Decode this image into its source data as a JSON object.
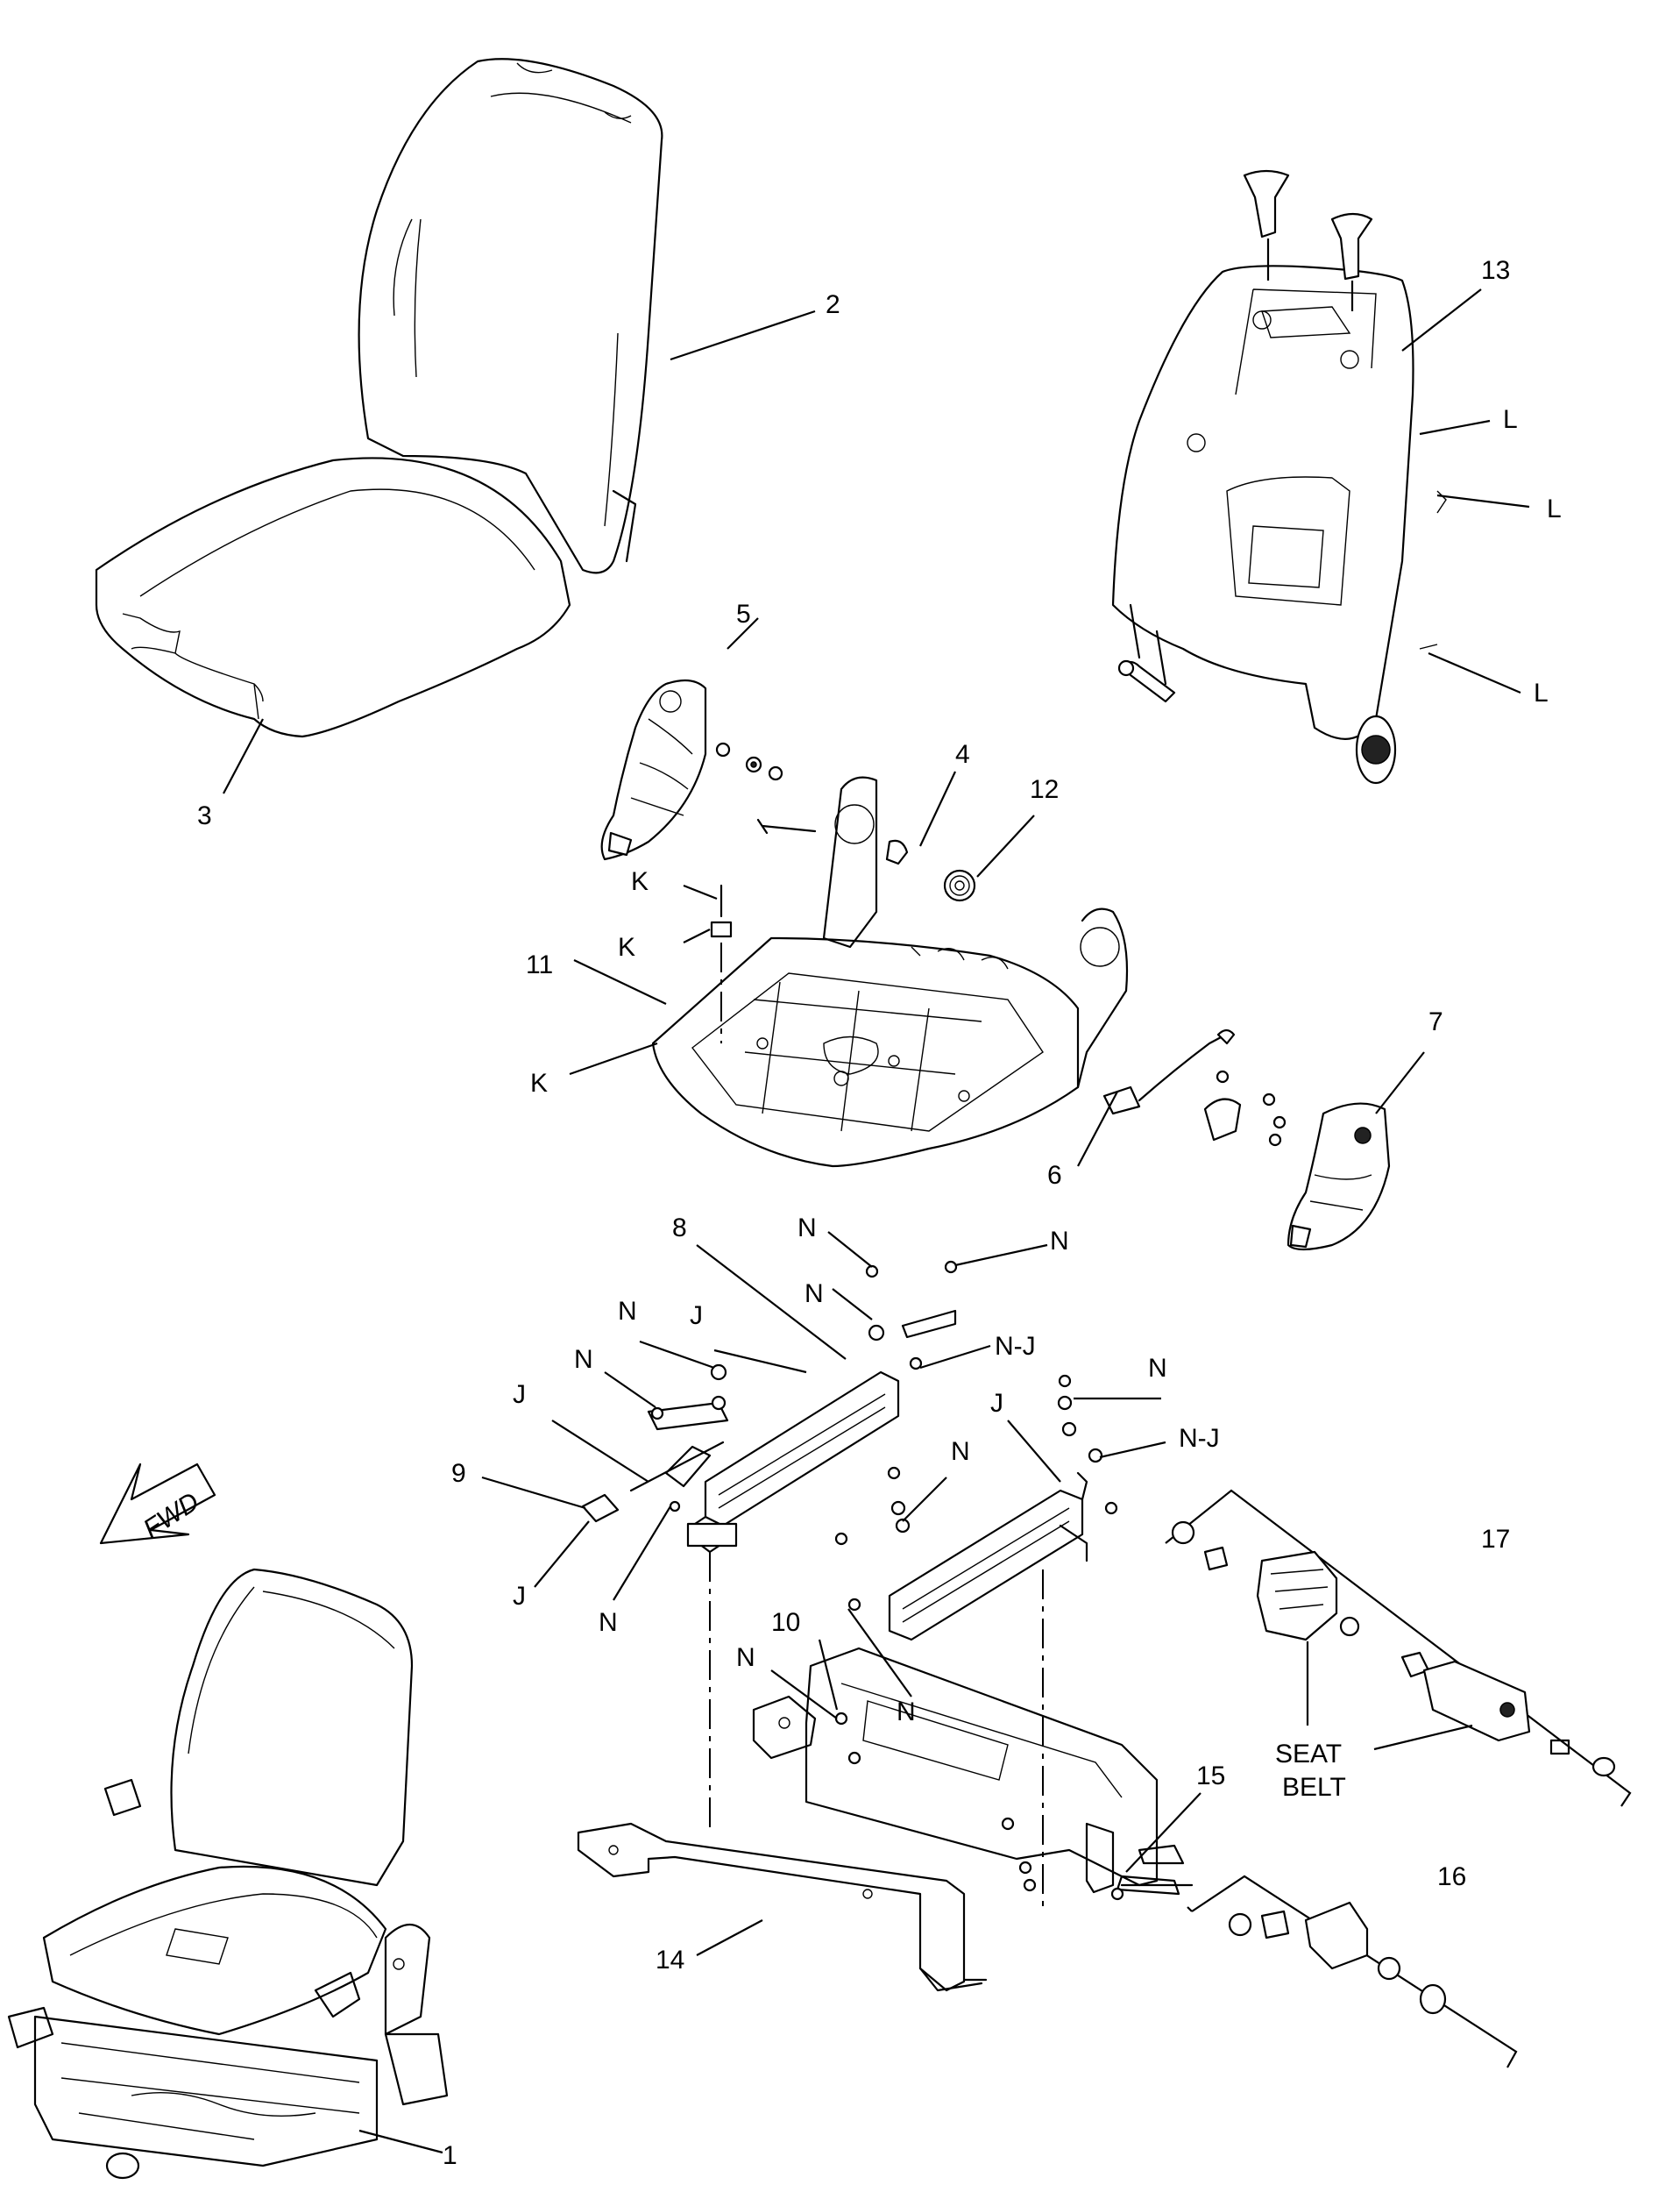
{
  "callouts": {
    "c1": "1",
    "c2": "2",
    "c3": "3",
    "c4": "4",
    "c5": "5",
    "c6": "6",
    "c7": "7",
    "c8": "8",
    "c9": "9",
    "c10": "10",
    "c11": "11",
    "c12": "12",
    "c13": "13",
    "c14": "14",
    "c15": "15",
    "c16": "16",
    "c17": "17",
    "L": "L",
    "K": "K",
    "N": "N",
    "J": "J",
    "NJ": "N-J"
  },
  "labels": {
    "seat_belt_line1": "SEAT",
    "seat_belt_line2": "BELT",
    "fwd": "FWD"
  }
}
